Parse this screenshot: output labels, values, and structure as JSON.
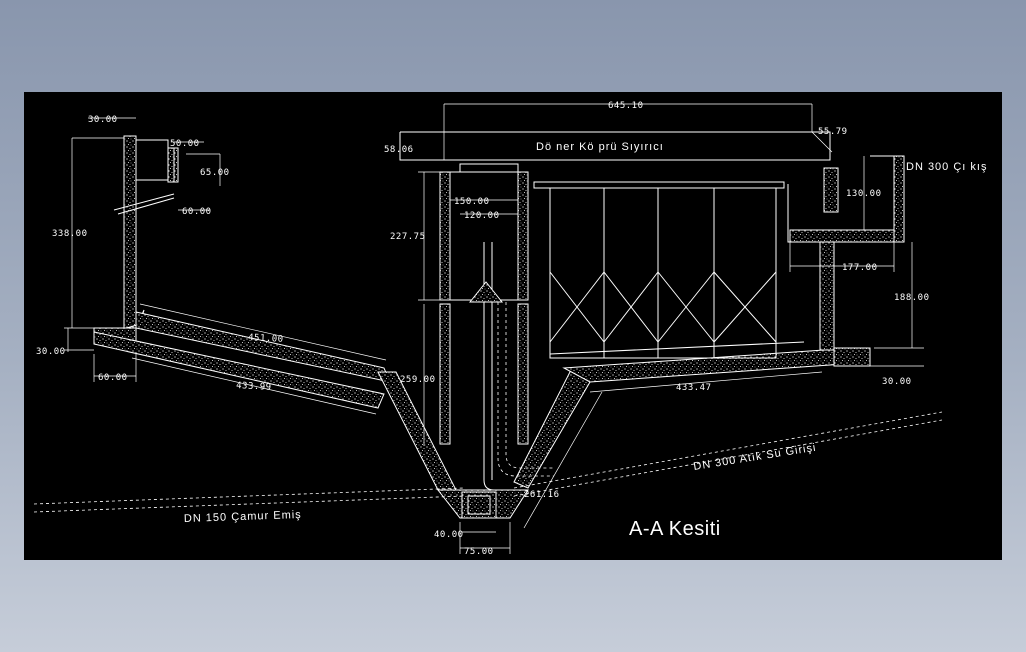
{
  "drawing": {
    "title": "A-A Kesiti",
    "labels": {
      "scraper": "Dö ner Kö prü Sıyırıcı",
      "outlet": "DN 300 Çı kış",
      "inlet": "DN 300 Atık Su Girişi",
      "sludge": "DN 150 Çamur Emiş"
    },
    "dimensions": {
      "top_span": "645.10",
      "left_cap": "30.00",
      "left_height": "338.00",
      "small_a": "50.00",
      "small_b": "65.00",
      "small_c": "60.00",
      "left_bottom_h": "30.00",
      "left_bottom_w": "60.00",
      "slope_top": "451.00",
      "slope_bottom": "433.99",
      "bridge_offset": "58.06",
      "right_angle": "55.79",
      "column_outer": "150.00",
      "column_inner": "120.00",
      "column_height": "227.75",
      "column_lower": "259.00",
      "right_slope": "433.47",
      "cone_depth": "261.16",
      "pit_width": "40.00",
      "pit_outer": "75.00",
      "outlet_h": "130.00",
      "outlet_w": "177.00",
      "outlet_depth": "188.00",
      "right_bottom_h": "30.00"
    }
  }
}
